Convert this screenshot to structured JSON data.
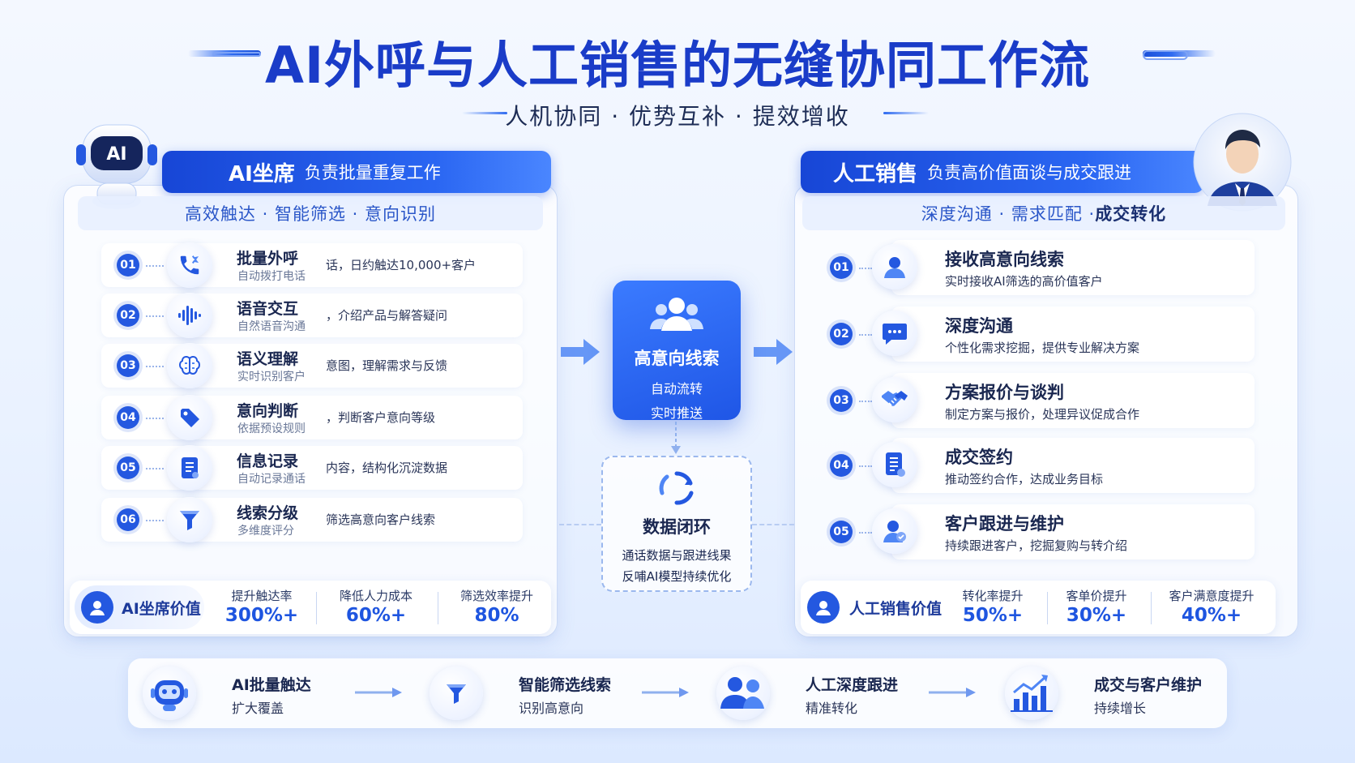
{
  "header": {
    "title": "AI外呼与人工销售的无缝协同工作流",
    "subtitle": "人机协同 · 优势互补 · 提效增收"
  },
  "left": {
    "robot_badge": "AI",
    "heading_strong": "AI坐席",
    "heading_rest": "负责批量重复工作",
    "tagline": "高效触达 · 智能筛选 · 意向识别",
    "items": [
      {
        "num": "01",
        "icon": "phone-icon",
        "title": "批量外呼",
        "sub": "自动拨打电话",
        "desc": "话，日约触达10,000+客户"
      },
      {
        "num": "02",
        "icon": "soundwave-icon",
        "title": "语音交互",
        "sub": "自然语音沟通",
        "desc": "，介绍产品与解答疑问"
      },
      {
        "num": "03",
        "icon": "brain-icon",
        "title": "语义理解",
        "sub": "实时识别客户",
        "desc": "意图，理解需求与反馈"
      },
      {
        "num": "04",
        "icon": "tag-icon",
        "title": "意向判断",
        "sub": "依据预设规则",
        "desc": "，判断客户意向等级"
      },
      {
        "num": "05",
        "icon": "document-icon",
        "title": "信息记录",
        "sub": "自动记录通话",
        "desc": "内容，结构化沉淀数据"
      },
      {
        "num": "06",
        "icon": "funnel-icon",
        "title": "线索分级",
        "sub": "多维度评分",
        "desc": "筛选高意向客户线索"
      }
    ],
    "value": {
      "label": "AI坐席价值",
      "stats": [
        {
          "label": "提升触达率",
          "value": "300%+"
        },
        {
          "label": "降低人力成本",
          "value": "60%+"
        },
        {
          "label": "筛选效率提升",
          "value": "80%"
        }
      ]
    }
  },
  "center": {
    "card_title": "高意向线索",
    "card_line1": "自动流转",
    "card_line2": "实时推送",
    "loop_title": "数据闭环",
    "loop_line1": "通话数据与跟进线果",
    "loop_line2": "反哺AI模型持续优化"
  },
  "right": {
    "heading_strong": "人工销售",
    "heading_rest": "负责高价值面谈与成交跟进",
    "tagline_a": "深度沟通 · 需求匹配 · ",
    "tagline_b": "成交转化",
    "items": [
      {
        "num": "01",
        "icon": "person-icon",
        "title": "接收高意向线索",
        "desc": "实时接收AI筛选的高价值客户"
      },
      {
        "num": "02",
        "icon": "chat-bubble-icon",
        "title": "深度沟通",
        "desc": "个性化需求挖掘，提供专业解决方案"
      },
      {
        "num": "03",
        "icon": "handshake-icon",
        "title": "方案报价与谈判",
        "desc": "制定方案与报价，处理异议促成合作"
      },
      {
        "num": "04",
        "icon": "contract-icon",
        "title": "成交签约",
        "desc": "推动签约合作，达成业务目标"
      },
      {
        "num": "05",
        "icon": "customer-care-icon",
        "title": "客户跟进与维护",
        "desc": "持续跟进客户，挖掘复购与转介绍"
      }
    ],
    "value": {
      "label": "人工销售价值",
      "stats": [
        {
          "label": "转化率提升",
          "value": "50%+"
        },
        {
          "label": "客单价提升",
          "value": "30%+"
        },
        {
          "label": "客户满意度提升",
          "value": "40%+"
        }
      ]
    }
  },
  "flow": [
    {
      "icon": "robot-icon",
      "title": "AI批量触达",
      "sub": "扩大覆盖"
    },
    {
      "icon": "funnel-icon",
      "title": "智能筛选线索",
      "sub": "识别高意向"
    },
    {
      "icon": "team-icon",
      "title": "人工深度跟进",
      "sub": "精准转化"
    },
    {
      "icon": "growth-chart-icon",
      "title": "成交与客户维护",
      "sub": "持续增长"
    }
  ],
  "colors": {
    "primary": "#1f56e6",
    "title": "#1a3cc8",
    "accent_light": "#e8f0ff"
  }
}
